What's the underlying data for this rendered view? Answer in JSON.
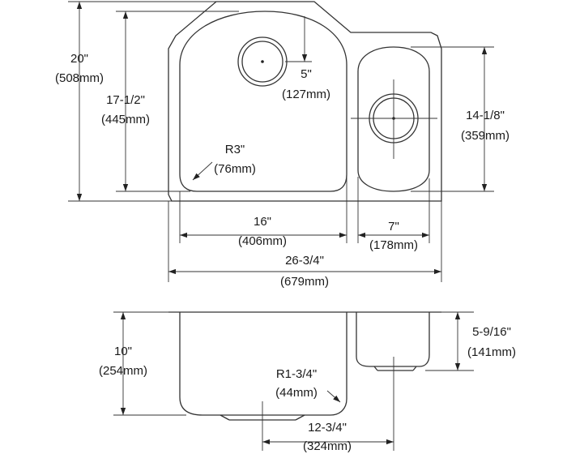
{
  "labels": {
    "overall_depth": {
      "imperial": "20\"",
      "metric": "(508mm)"
    },
    "big_bowl_depth": {
      "imperial": "17-1/2\"",
      "metric": "(445mm)"
    },
    "drain_offset": {
      "imperial": "5\"",
      "metric": "(127mm)"
    },
    "corner_radius": {
      "imperial": "R3\"",
      "metric": "(76mm)"
    },
    "small_bowl_depth": {
      "imperial": "14-1/8\"",
      "metric": "(359mm)"
    },
    "big_bowl_width": {
      "imperial": "16\"",
      "metric": "(406mm)"
    },
    "small_bowl_width": {
      "imperial": "7\"",
      "metric": "(178mm)"
    },
    "overall_width": {
      "imperial": "26-3/4\"",
      "metric": "(679mm)"
    },
    "big_bowl_height": {
      "imperial": "10\"",
      "metric": "(254mm)"
    },
    "small_bowl_height": {
      "imperial": "5-9/16\"",
      "metric": "(141mm)"
    },
    "bottom_radius": {
      "imperial": "R1-3/4\"",
      "metric": "(44mm)"
    },
    "drain_spacing": {
      "imperial": "12-3/4\"",
      "metric": "(324mm)"
    }
  }
}
